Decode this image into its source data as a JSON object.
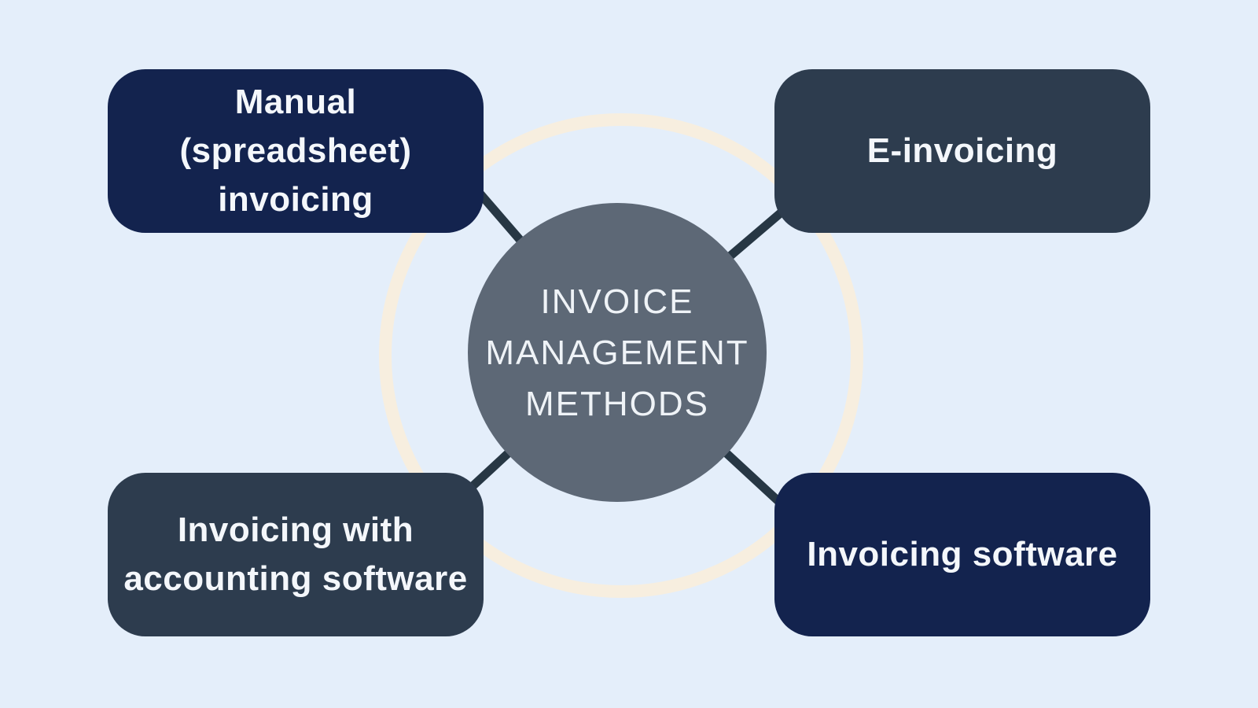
{
  "diagram": {
    "background_color": "#e4eefa",
    "ring_color": "#f7eedf",
    "connector_color": "#273744",
    "node_text_color": "#f4f7fb",
    "center": {
      "label": "INVOICE MANAGEMENT METHODS",
      "lines": [
        "INVOICE",
        "MANAGEMENT",
        "METHODS"
      ],
      "fill_color": "#5d6876",
      "text_color": "#eff3f7"
    },
    "nodes": [
      {
        "id": "manual-spreadsheet-invoicing",
        "label": "Manual (spreadsheet) invoicing",
        "lines": [
          "Manual",
          "(spreadsheet)",
          "invoicing"
        ],
        "position": "top-left",
        "fill_color": "#13234e"
      },
      {
        "id": "e-invoicing",
        "label": "E-invoicing",
        "lines": [
          "E-invoicing"
        ],
        "position": "top-right",
        "fill_color": "#2d3c4e"
      },
      {
        "id": "invoicing-with-accounting-software",
        "label": "Invoicing with accounting software",
        "lines": [
          "Invoicing with",
          "accounting software"
        ],
        "position": "bottom-left",
        "fill_color": "#2d3c4e"
      },
      {
        "id": "invoicing-software",
        "label": "Invoicing software",
        "lines": [
          "Invoicing software"
        ],
        "position": "bottom-right",
        "fill_color": "#13234e"
      }
    ]
  }
}
